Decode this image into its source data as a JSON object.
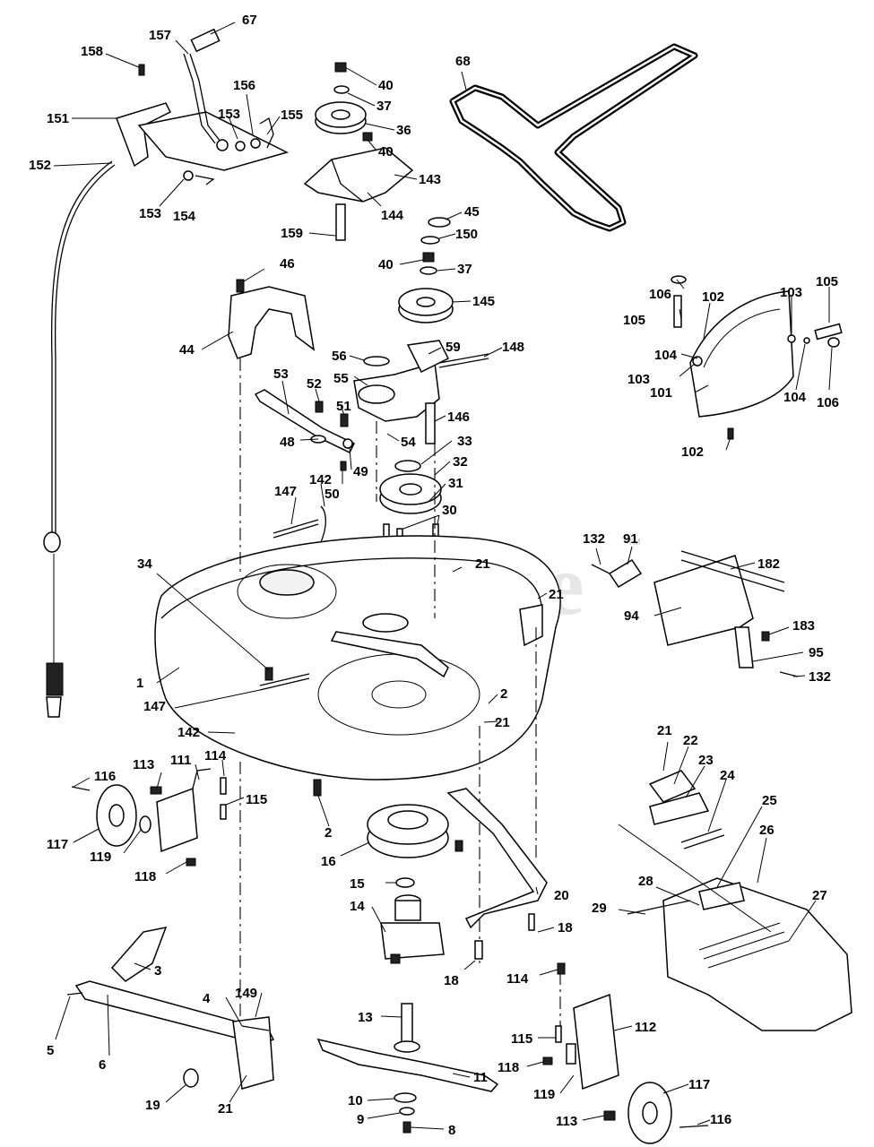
{
  "diagram": {
    "watermark": "PartsTree",
    "watermark_tm": "TM",
    "labels": [
      "67",
      "157",
      "158",
      "151",
      "156",
      "153",
      "155",
      "152",
      "153",
      "154",
      "40",
      "37",
      "36",
      "40",
      "143",
      "144",
      "159",
      "68",
      "45",
      "150",
      "40",
      "37",
      "145",
      "46",
      "44",
      "56",
      "59",
      "148",
      "55",
      "53",
      "52",
      "51",
      "146",
      "48",
      "54",
      "33",
      "49",
      "32",
      "50",
      "31",
      "147",
      "142",
      "30",
      "106",
      "102",
      "103",
      "105",
      "105",
      "104",
      "103",
      "104",
      "106",
      "101",
      "102",
      "132",
      "91",
      "182",
      "21",
      "34",
      "21",
      "94",
      "183",
      "95",
      "1",
      "132",
      "147",
      "2",
      "21",
      "142",
      "116",
      "113",
      "111",
      "114",
      "115",
      "117",
      "119",
      "118",
      "2",
      "16",
      "21",
      "22",
      "23",
      "24",
      "25",
      "26",
      "15",
      "20",
      "28",
      "27",
      "29",
      "14",
      "18",
      "18",
      "114",
      "3",
      "149",
      "4",
      "5",
      "6",
      "13",
      "112",
      "115",
      "118",
      "11",
      "119",
      "19",
      "21",
      "10",
      "9",
      "8",
      "117",
      "113",
      "116"
    ]
  }
}
